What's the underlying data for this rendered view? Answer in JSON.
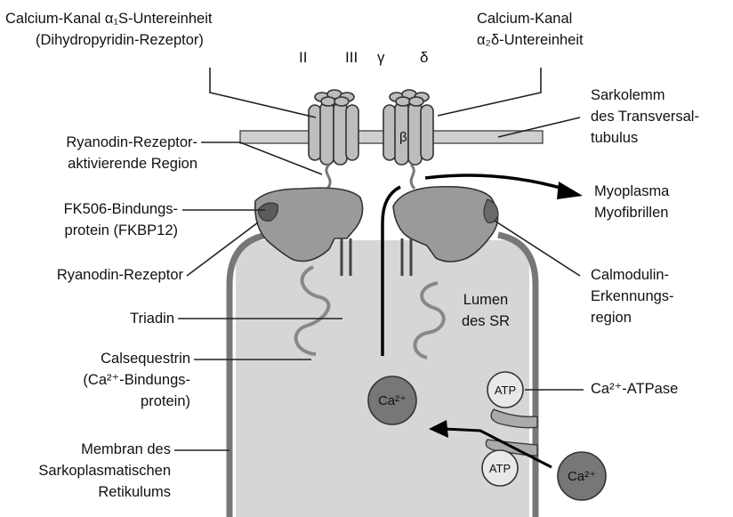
{
  "labels": {
    "calcium_channel_a1s": [
      "Calcium-Kanal α₁S-Untereinheit",
      "(Dihydropyridin-Rezeptor)"
    ],
    "calcium_channel_a2d": [
      "Calcium-Kanal",
      "α₂δ-Untereinheit"
    ],
    "sarcolemma": [
      "Sarkolemm",
      "des Transversal-",
      "tubulus"
    ],
    "ryr_activating": [
      "Ryanodin-Rezeptor-",
      "aktivierende Region"
    ],
    "myoplasma": [
      "Myoplasma",
      "Myofibrillen"
    ],
    "fkbp": [
      "FK506-Bindungs-",
      "protein (FKBP12)"
    ],
    "ryanodine_receptor": "Ryanodin-Rezeptor",
    "calmodulin": [
      "Calmodulin-",
      "Erkennungs-",
      "region"
    ],
    "triadin": "Triadin",
    "lumen": [
      "Lumen",
      "des SR"
    ],
    "calsequestrin": [
      "Calsequestrin",
      "(Ca²⁺-Bindungs-",
      "protein)"
    ],
    "atpase": "Ca²⁺-ATPase",
    "membrane_sr": [
      "Membran des",
      "Sarkoplasmatischen",
      "Retikulums"
    ]
  },
  "subunits": {
    "II": "II",
    "III": "III",
    "gamma": "γ",
    "delta": "δ",
    "beta": "β"
  },
  "ions": {
    "ca": "Ca²⁺",
    "atp": "ATP"
  }
}
